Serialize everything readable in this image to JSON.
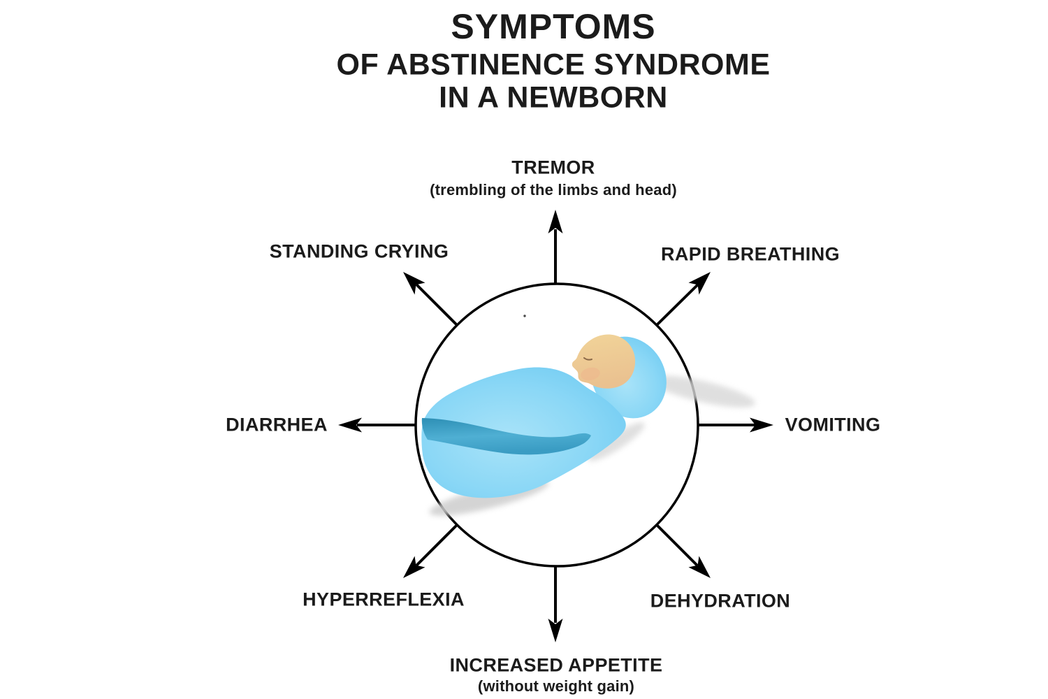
{
  "title": {
    "line1": "SYMPTOMS",
    "line2": "OF ABSTINENCE SYNDROME",
    "line3": "IN A NEWBORN"
  },
  "center": {
    "illustration": "swaddled-newborn-baby-in-blue-blanket"
  },
  "spokes": [
    {
      "id": "tremor",
      "label": "TREMOR",
      "sublabel": "(trembling of the limbs and head)",
      "direction": "up"
    },
    {
      "id": "rapid-breathing",
      "label": "RAPID BREATHING",
      "direction": "up-right"
    },
    {
      "id": "vomiting",
      "label": "VOMITING",
      "direction": "right"
    },
    {
      "id": "dehydration",
      "label": "DEHYDRATION",
      "direction": "down-right"
    },
    {
      "id": "increased-appetite",
      "label": "INCREASED APPETITE",
      "sublabel": "(without weight gain)",
      "direction": "down"
    },
    {
      "id": "hyperreflexia",
      "label": "HYPERREFLEXIA",
      "direction": "down-left"
    },
    {
      "id": "diarrhea",
      "label": "DIARRHEA",
      "direction": "left"
    },
    {
      "id": "standing-crying",
      "label": "STANDING CRYING",
      "direction": "up-left"
    }
  ],
  "colors": {
    "text": "#1b1b1b",
    "line": "#000000",
    "bg": "#ffffff",
    "blanket_blue": "#7bcff3",
    "blanket_highlight": "#a9e3f8",
    "band_teal": "#3e9fc5",
    "skin_tan": "#efcd96",
    "cheek_blush": "#edb98e",
    "shadow_gray": "#d6d6d6"
  }
}
